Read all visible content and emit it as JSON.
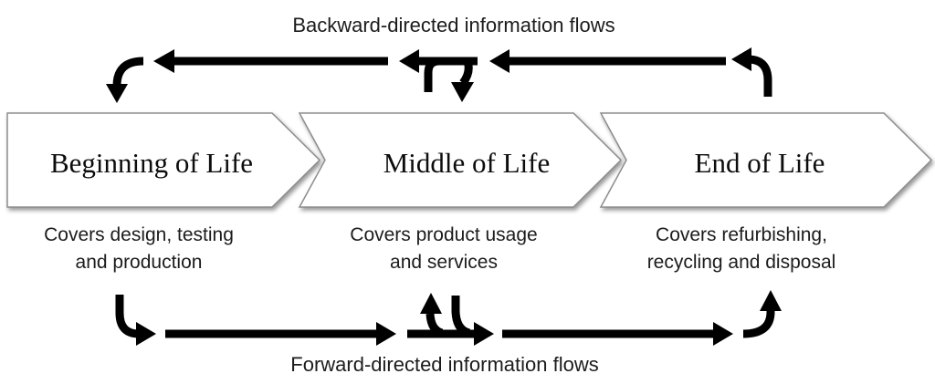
{
  "diagram": {
    "backward_label": "Backward-directed information flows",
    "forward_label": "Forward-directed information flows",
    "stages": [
      {
        "title": "Beginning of Life",
        "description": "Covers design, testing\nand production"
      },
      {
        "title": "Middle of Life",
        "description": "Covers product usage\nand services"
      },
      {
        "title": "End of Life",
        "description": "Covers refurbishing,\nrecycling and disposal"
      }
    ],
    "colors": {
      "arrow": "#000000",
      "text": "#1c1c1c",
      "chevron_fill": "#ffffff",
      "chevron_border": "#8d8d8d"
    }
  }
}
